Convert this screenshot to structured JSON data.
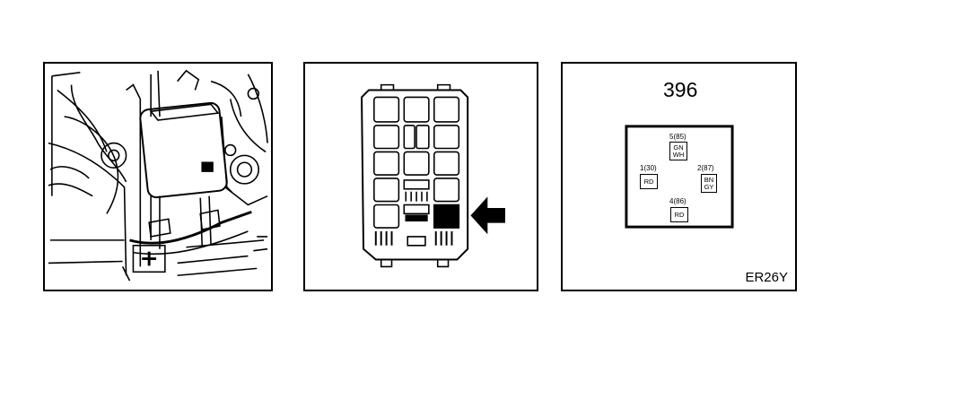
{
  "panels": {
    "relay_connector": {
      "relay_number": "396",
      "reference_code": "ER26Y",
      "pins": [
        {
          "label": "5(85)",
          "wire_colors": [
            "GN",
            "WH"
          ]
        },
        {
          "label": "1(30)",
          "wire_colors": [
            "RD"
          ]
        },
        {
          "label": "2(87)",
          "wire_colors": [
            "BN",
            "GY"
          ]
        },
        {
          "label": "4(86)",
          "wire_colors": [
            "RD"
          ]
        }
      ]
    }
  }
}
